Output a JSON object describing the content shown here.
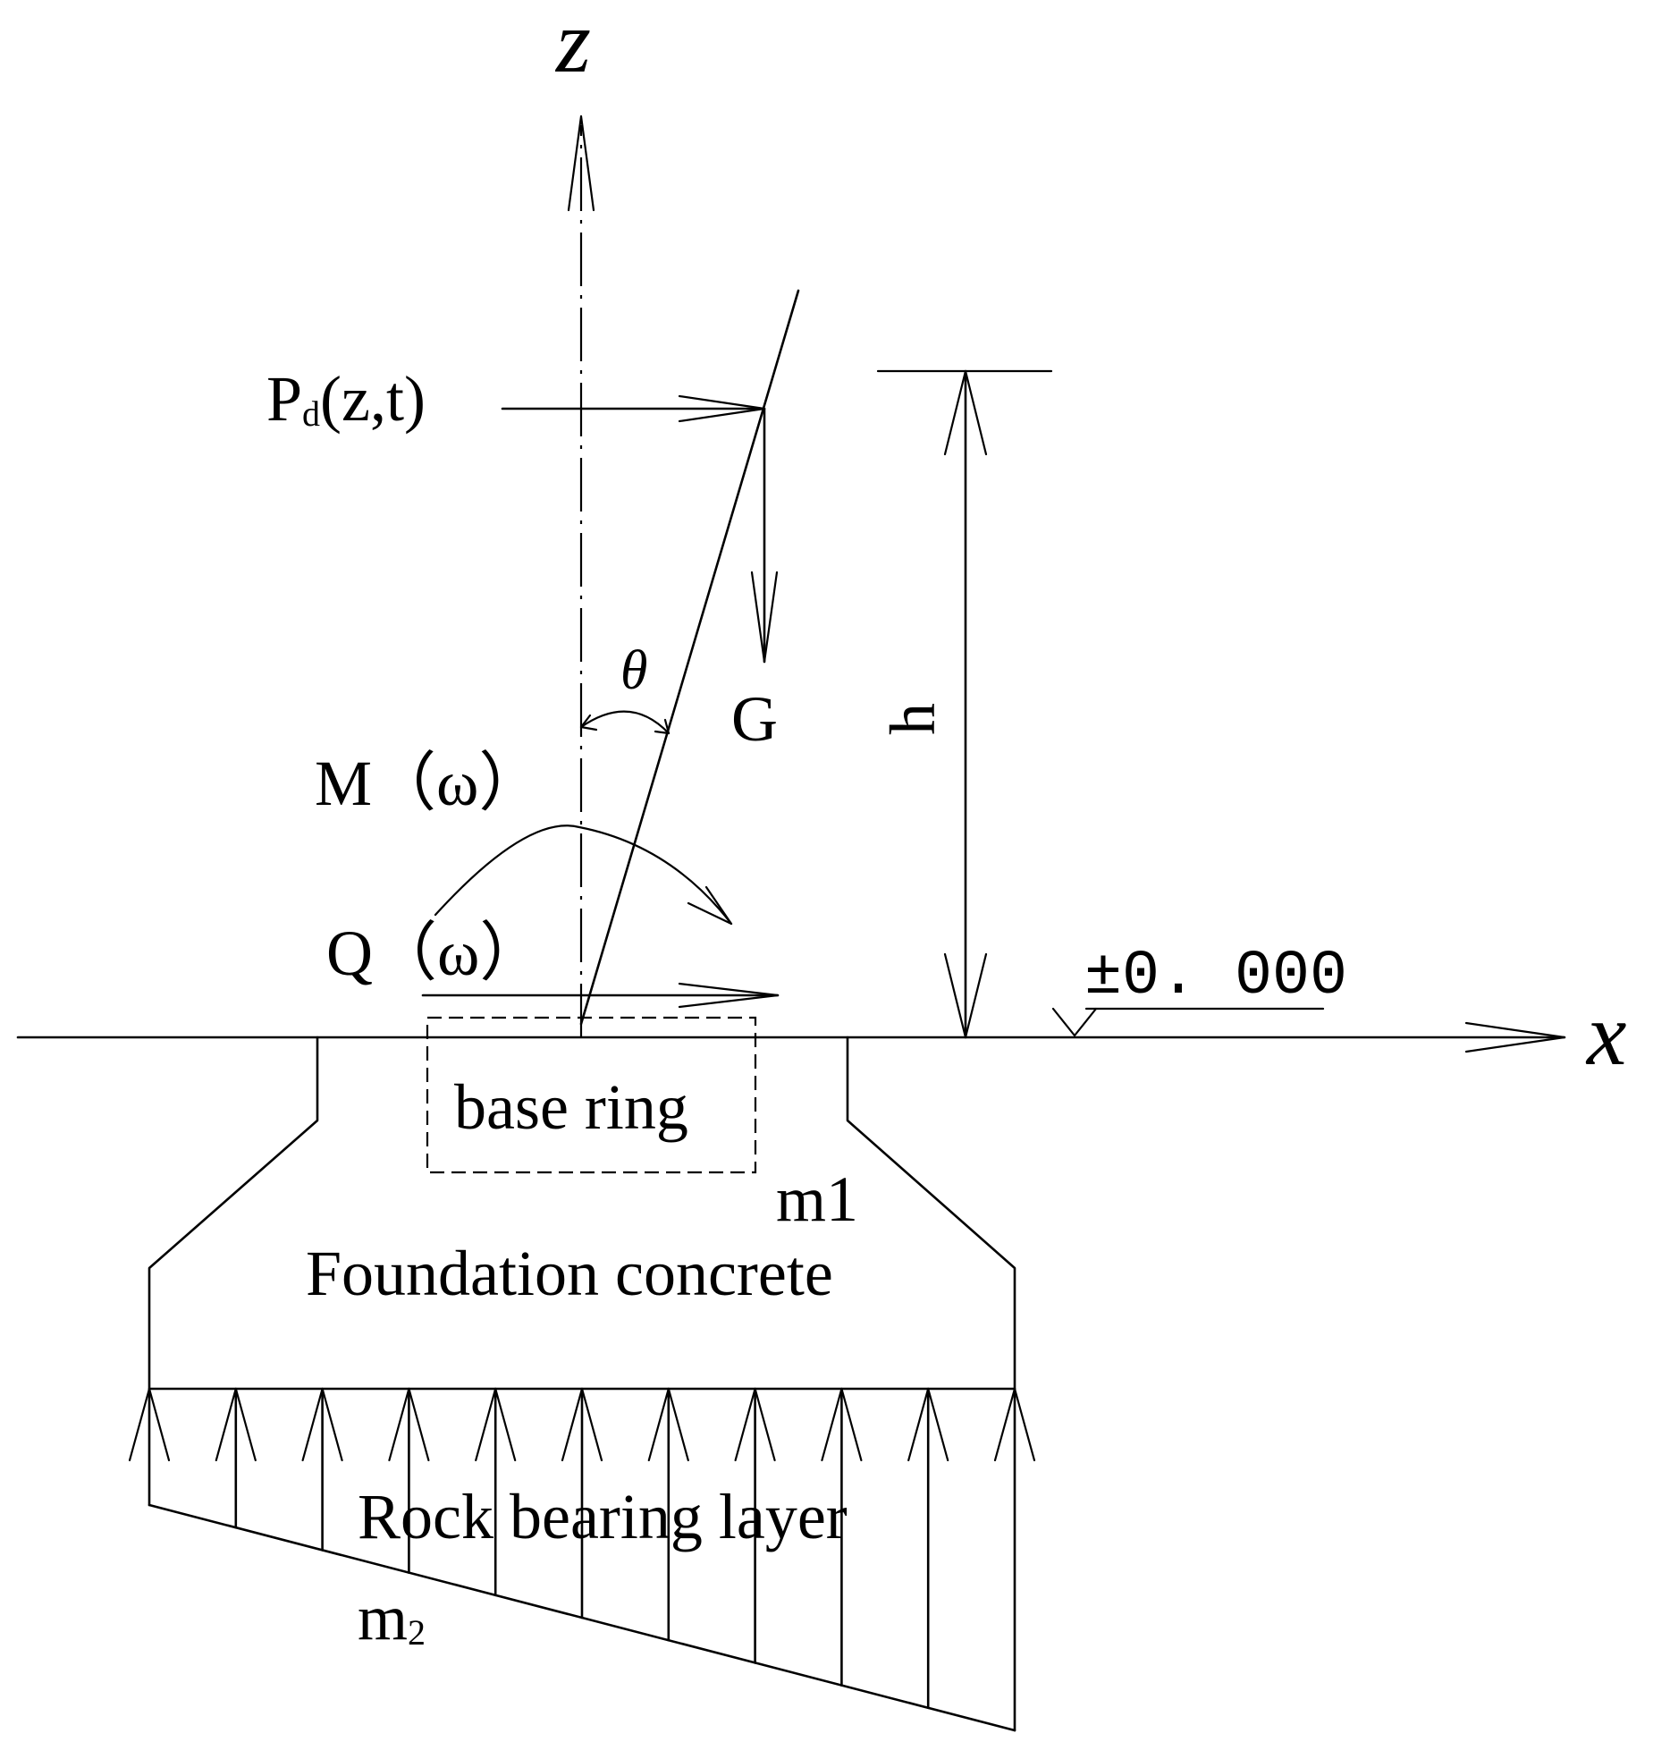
{
  "diagram": {
    "axes": {
      "z_label": "z",
      "x_label": "x"
    },
    "loads": {
      "wind_load": "P",
      "wind_load_sub": "d",
      "wind_load_args": "(z,t)",
      "gravity": "G",
      "moment": "M（ω）",
      "shear": "Q（ω）",
      "tilt_angle": "θ"
    },
    "dimensions": {
      "height": "h"
    },
    "elevation": {
      "label": "±0. 000"
    },
    "components": {
      "base_ring": "base ring",
      "foundation_mass": "m1",
      "foundation": "Foundation concrete",
      "rock_layer": "Rock bearing layer",
      "rock_mass": "m",
      "rock_mass_sub": "2"
    }
  }
}
